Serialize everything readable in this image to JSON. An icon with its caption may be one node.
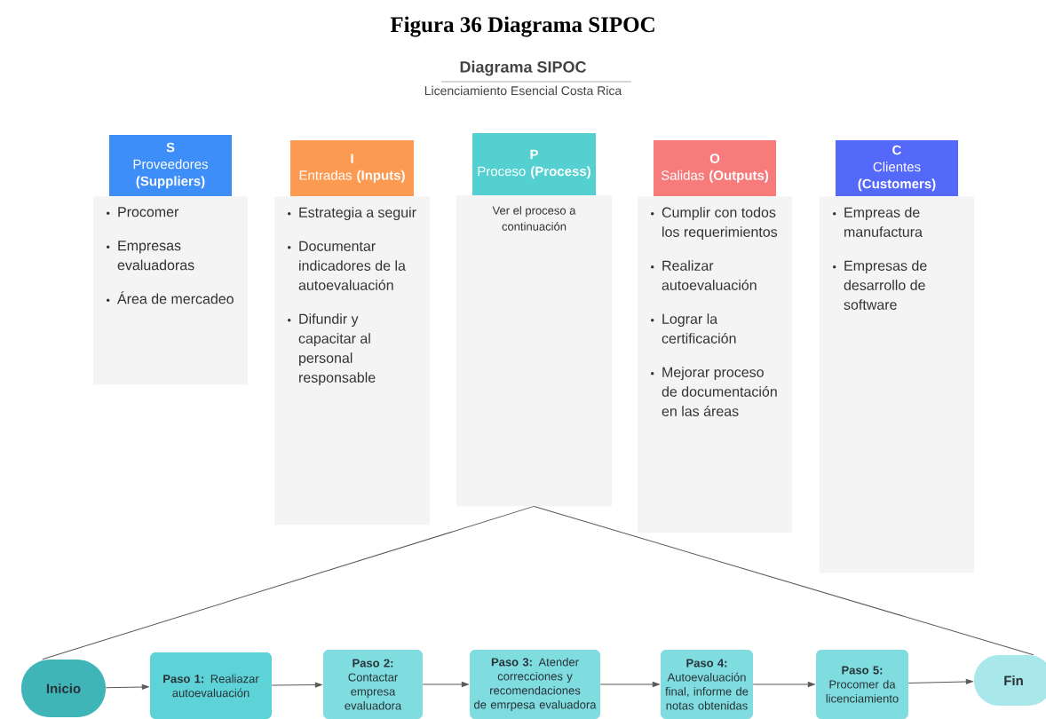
{
  "diagram": {
    "title": "Figura 36 Diagrama SIPOC",
    "nodes": [
      {
        "text": [
          "S",
          "Proveedores **(Suppliers)**"
        ]
      },
      {
        "text": [
          "Procomer",
          "Empresas evaluadoras",
          "Área de mercadeo"
        ]
      },
      {
        "text": [
          "I",
          "Entradas **(Inputs)**"
        ]
      },
      {
        "text": [
          "Estrategia a seguir",
          "Documentar indicadores de la autoevaluación",
          "Difundir y capacitar al personal responsable"
        ]
      },
      {
        "text": [
          "P",
          "Proceso **(Process)**"
        ]
      },
      {
        "text": [
          "Ver el proceso a continuación"
        ]
      },
      {
        "text": [
          "O",
          "Salidas **(Outputs)**"
        ]
      },
      {
        "text": [
          "Cumplir con todos los requerimientos",
          "Realizar autoevaluación",
          "Lograr la certificación",
          "Mejorar proceso de documentación en las áreas"
        ]
      },
      {
        "text": [
          "C",
          "Clientes **(Customers)**"
        ]
      },
      {
        "text": [
          "Empreas de manufactura",
          "Empresas de desarrollo de software"
        ]
      },
      {
        "text": [
          "Inicio"
        ]
      },
      {
        "text": [
          "**Paso 1:** Realiazar autoevaluación"
        ]
      },
      {
        "text": [
          "**Paso 2:** Contactar empresa evaluadora"
        ]
      },
      {
        "text": [
          "**Paso 3:** Atender correcciones y recomendaciones de emrpesa evaluadora"
        ]
      },
      {
        "text": [
          "**Paso 4:** Autoevaluación final, informe de notas obtenidas"
        ]
      },
      {
        "text": [
          "**Paso 5:** Procomer da licenciamiento"
        ]
      },
      {
        "text": [
          "Fin"
        ]
      }
    ],
    "edges": [
      {
        "from": 10,
        "to": 11,
        "arrow": "to"
      },
      {
        "from": 11,
        "to": 12,
        "arrow": "to"
      },
      {
        "from": 12,
        "to": 13,
        "arrow": "to"
      },
      {
        "from": 13,
        "to": 14,
        "arrow": "to"
      },
      {
        "from": 14,
        "to": 15,
        "arrow": "to"
      },
      {
        "from": 15,
        "to": 16,
        "arrow": "to"
      },
      {
        "from": 5,
        "to": 10,
        "arrow": "none"
      },
      {
        "from": 5,
        "to": 16,
        "arrow": "none"
      }
    ],
    "labels": [
      "Diagrama SIPOC",
      "Licenciamiento Esencial Costa Rica"
    ]
  }
}
